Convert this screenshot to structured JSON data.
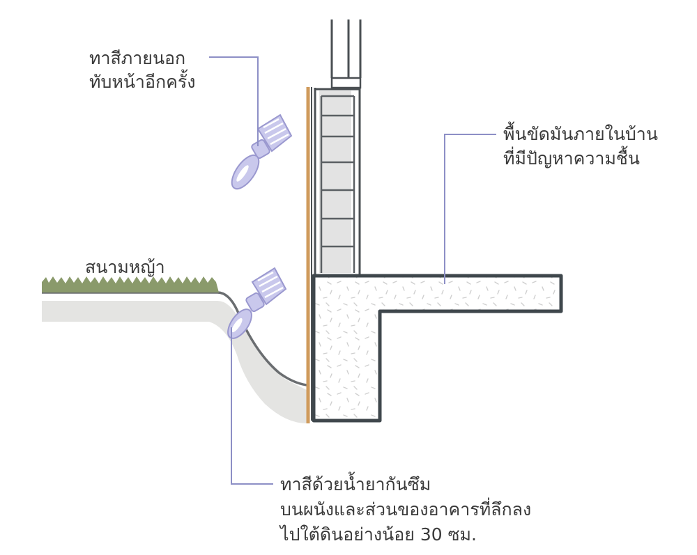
{
  "labels": {
    "exterior_paint": [
      "ทาสีภายนอก",
      "ทับหน้าอีกครั้ง"
    ],
    "interior_floor": [
      "พื้นขัดมันภายในบ้าน",
      "ที่มีปัญหาความชื้น"
    ],
    "lawn": "สนามหญ้า",
    "waterproofing": [
      "ทาสีด้วยน้ำยากันซึม",
      "บนผนังและส่วนของอาคารที่ลึกลง",
      "ไปใต้ดินอย่างน้อย 30 ซม."
    ]
  },
  "colors": {
    "outline": "#3f474c",
    "leader": "#8d8fc6",
    "brush": "#c9c8ec",
    "grass": "#8a9a6b",
    "soil": "#e4e4e2",
    "paint_layer": "#cf9a5b",
    "block_fill": "#e6e6e6"
  },
  "icons": [
    "paint-brush-icon",
    "paint-brush-icon"
  ]
}
